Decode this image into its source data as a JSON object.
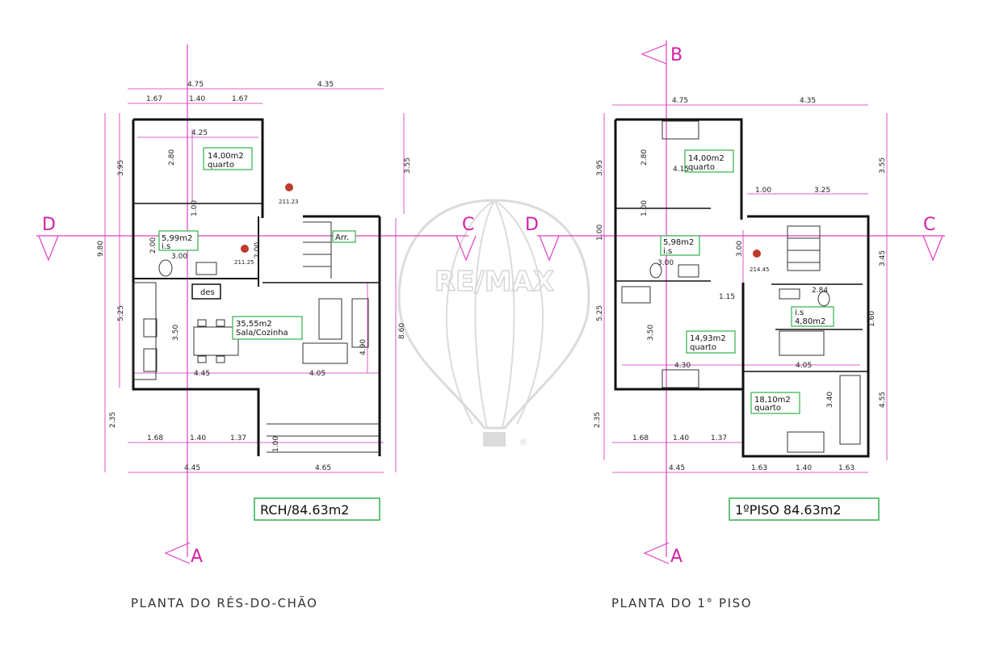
{
  "accent_colors": {
    "axis": "#e040c0",
    "green_label": "#31b24b",
    "wall": "#111111",
    "watermark": "#c0c0c0"
  },
  "plans": [
    {
      "id": "ground",
      "caption": "PLANTA DO RÉS-DO-CHÃO",
      "total_area": "RCH/84.63m2",
      "section_labels": {
        "top": "",
        "bottom": "A",
        "left": "D",
        "right": "C"
      },
      "rooms": [
        {
          "area": "14,00m2",
          "name": "quarto"
        },
        {
          "area": "5,99m2",
          "name": "i.s"
        },
        {
          "area": "Arr.",
          "name": ""
        },
        {
          "area": "35,55m2",
          "name": "Sala/Cozinha"
        }
      ],
      "labels": {
        "des": "des"
      },
      "elevations": [
        "211.23",
        "211.25"
      ],
      "dims_top": [
        "4.75",
        "4.35",
        "1.67",
        "1.40",
        "1.67",
        "4.25"
      ],
      "dims_left": [
        "3.95",
        "9.80",
        "5.25",
        "2.35"
      ],
      "dims_right": [
        "3.55",
        "8.60"
      ],
      "dims_inner": [
        "2.80",
        "3.00",
        "2.00",
        "1.00",
        "2.00",
        "3.50",
        "4.45",
        "4.05",
        "4.90",
        "1.00"
      ],
      "dims_bottom": [
        "1.68",
        "1.40",
        "1.37",
        "4.45",
        "4.65"
      ]
    },
    {
      "id": "first",
      "caption": "PLANTA DO 1° PISO",
      "total_area": "1ºPISO 84.63m2",
      "section_labels": {
        "top": "B",
        "bottom": "A",
        "left": "D",
        "right": "C"
      },
      "rooms": [
        {
          "area": "14,00m2",
          "name": "quarto"
        },
        {
          "area": "5,98m2",
          "name": "i.s"
        },
        {
          "area": "i.s",
          "name": "4,80m2"
        },
        {
          "area": "14,93m2",
          "name": "quarto"
        },
        {
          "area": "18,10m2",
          "name": "quarto"
        }
      ],
      "elevations": [
        "214.45"
      ],
      "dims_top": [
        "4.75",
        "4.35",
        "4.15",
        "1.00",
        "3.25"
      ],
      "dims_left": [
        "3.95",
        "1.00",
        "5.25",
        "2.35"
      ],
      "dims_right": [
        "3.55",
        "3.45",
        "1.60",
        "4.55"
      ],
      "dims_inner": [
        "2.80",
        "1.00",
        "3.00",
        "3.00",
        "3.50",
        "1.15",
        "2.84",
        "4.30",
        "4.05",
        "3.40"
      ],
      "dims_bottom": [
        "1.68",
        "1.40",
        "1.37",
        "4.45",
        "1.63",
        "1.40",
        "1.63"
      ]
    }
  ],
  "watermark": {
    "text": "RE/MAX",
    "mark": "®"
  }
}
